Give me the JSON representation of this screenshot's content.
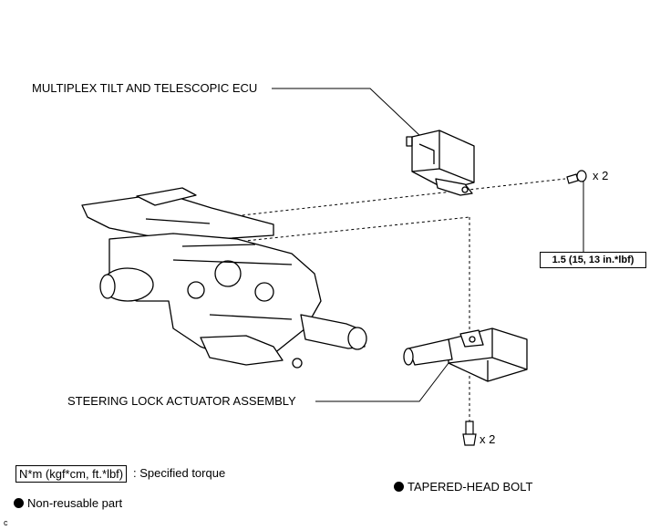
{
  "labels": {
    "ecu": "MULTIPLEX TILT AND TELESCOPIC ECU",
    "actuator": "STEERING LOCK ACTUATOR ASSEMBLY",
    "bolt": "TAPERED-HEAD BOLT",
    "qty_top": "x 2",
    "qty_bottom": "x 2",
    "torque": "1.5 (15, 13 in.*lbf)"
  },
  "legend": {
    "torque_unit": "N*m (kgf*cm, ft.*lbf)",
    "torque_desc": ": Specified torque",
    "non_reusable": "Non-reusable part"
  },
  "corner_mark": "c"
}
